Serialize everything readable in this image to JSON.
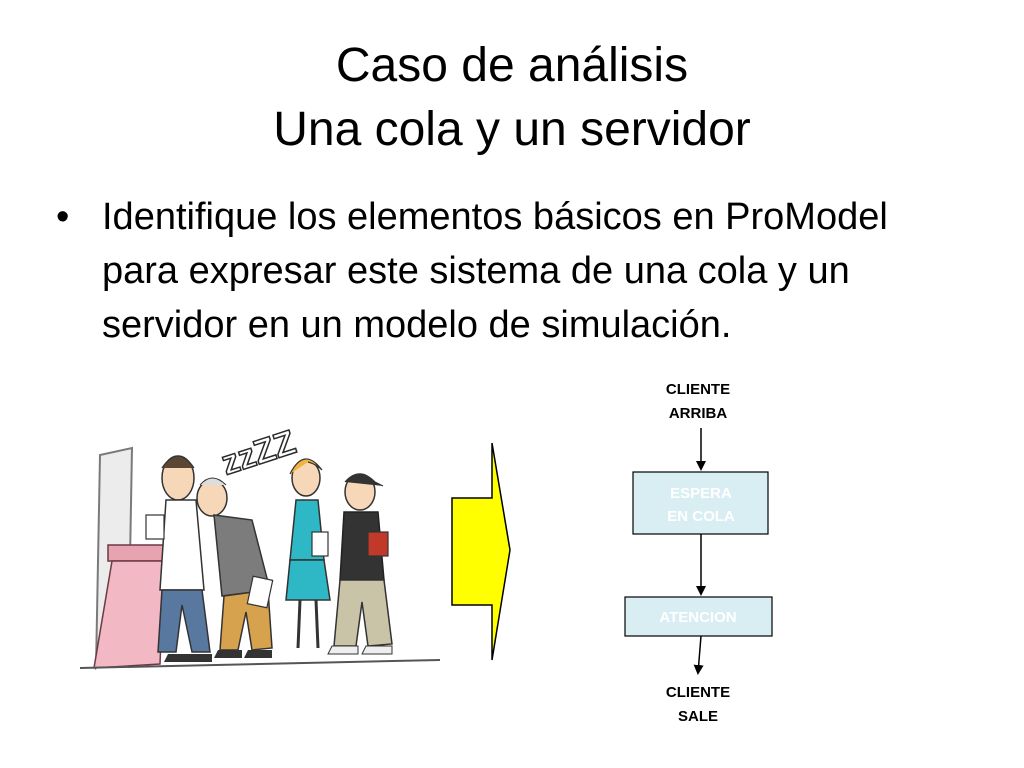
{
  "slide": {
    "title_line1": "Caso de análisis",
    "title_line2": "Una cola y un servidor",
    "bullet_symbol": "•",
    "bullet_text": "Identifique los elementos básicos en ProModel para expresar este sistema de una cola y un servidor en un modelo de simulación."
  },
  "illustration": {
    "sleep_text": "zzZZ"
  },
  "flow": {
    "start_line1": "CLIENTE",
    "start_line2": "ARRIBA",
    "queue_line1": "ESPERA",
    "queue_line2": "EN COLA",
    "service": "ATENCION",
    "end_line1": "CLIENTE",
    "end_line2": "SALE"
  },
  "colors": {
    "box_fill": "#d9eef3",
    "box_text": "#ffffff",
    "arrow_fill": "#ffff00"
  }
}
